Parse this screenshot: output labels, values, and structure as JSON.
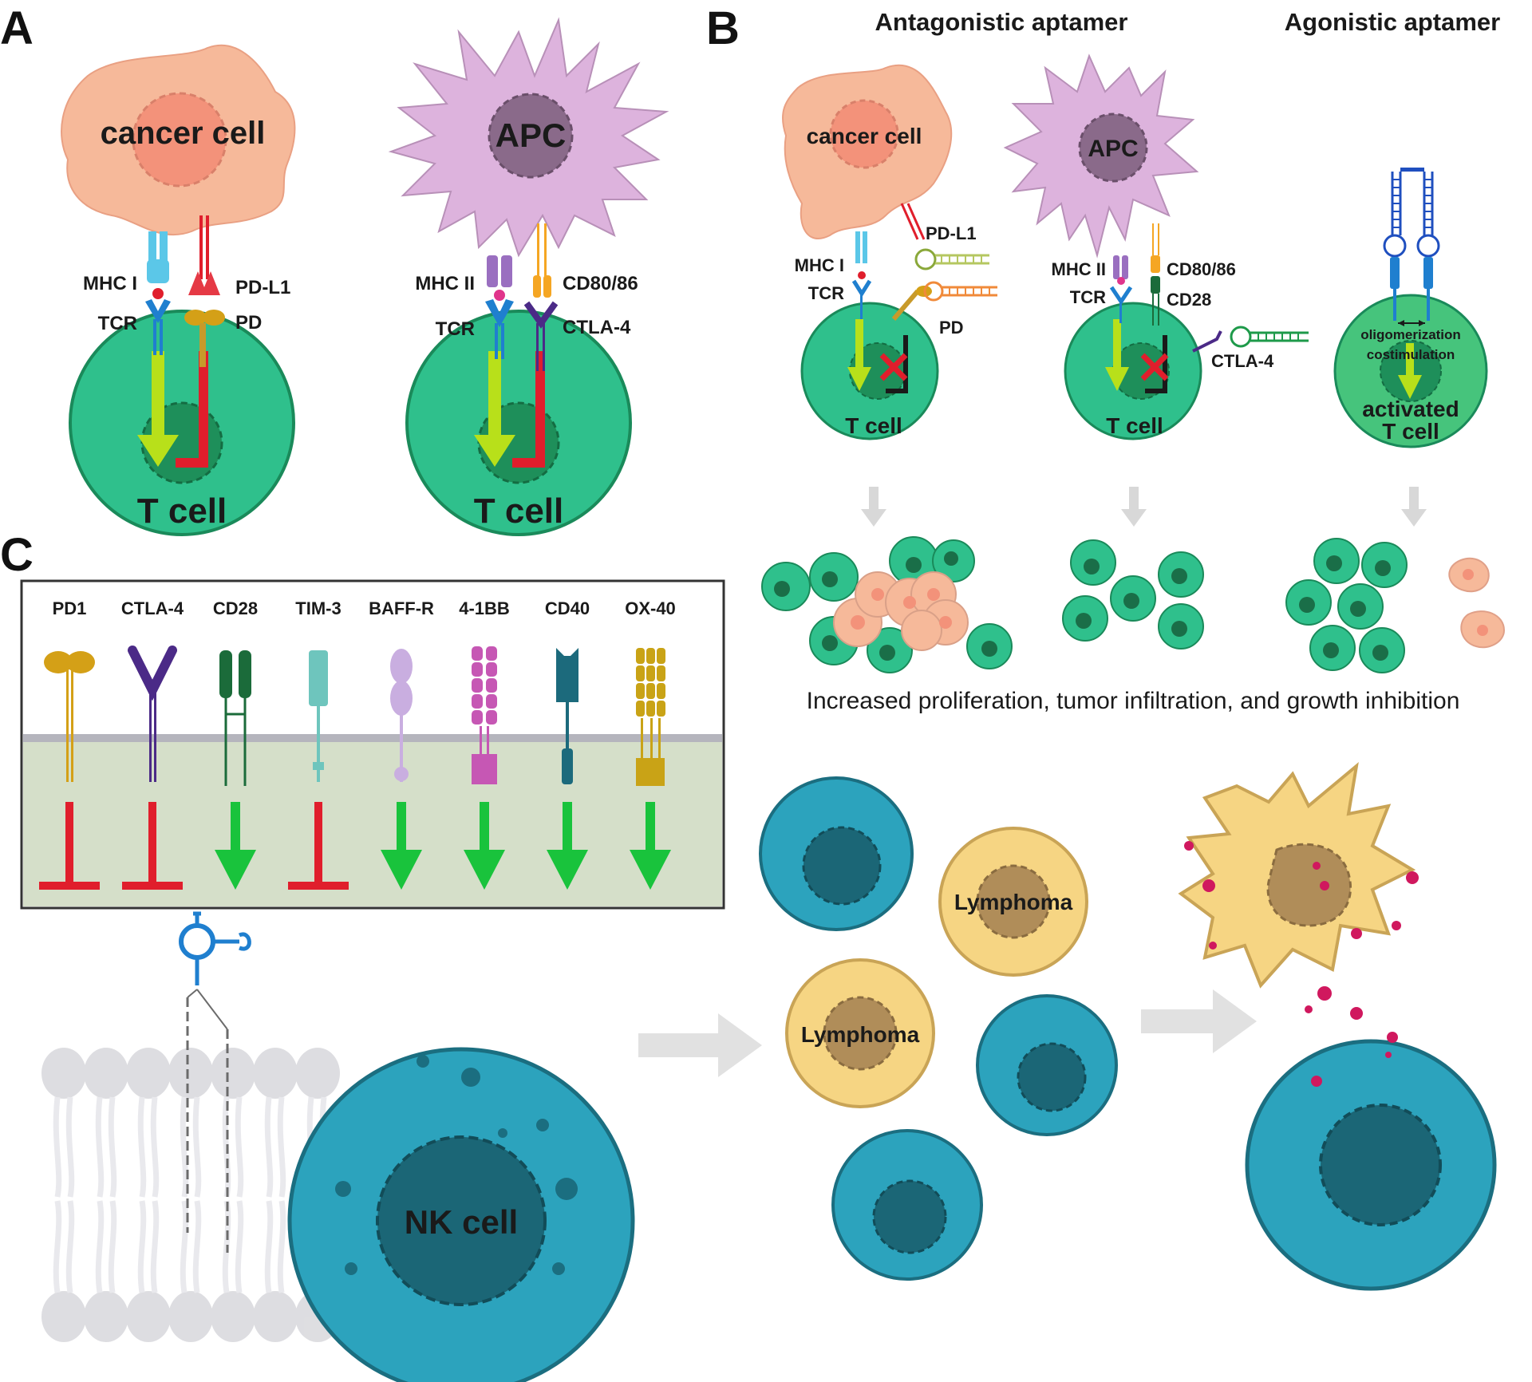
{
  "colors": {
    "tcell": "#2fc08c",
    "tcell_dark": "#1a8a5a",
    "tcell_nucleus": "#1e8f5a",
    "cancer": "#f6b99a",
    "cancer_nucleus": "#f3927a",
    "apc": "#ddb3dd",
    "apc_nucleus": "#8a6a8a",
    "nk": "#2ca3bd",
    "nk_dark": "#1b6e80",
    "nk_nucleus": "#1b6676",
    "lymphoma": "#f6d583",
    "lymphoma_nucleus": "#b08d59",
    "activate": "#19c33c",
    "inhibit": "#e01e2c",
    "arrow_yellow": "#b8e01a",
    "panel_bg": "#d5dfc9",
    "membrane": "#b5b5bd"
  },
  "panel_a": {
    "letter": "A",
    "cancer_label": "cancer cell",
    "apc_label": "APC",
    "tcell_label_1": "T cell",
    "tcell_label_2": "T cell",
    "mhc1": "MHC I",
    "tcr1": "TCR",
    "pdl1": "PD-L1",
    "pd": "PD",
    "mhc2": "MHC II",
    "tcr2": "TCR",
    "cd8086": "CD80/86",
    "ctla4": "CTLA-4"
  },
  "panel_b": {
    "letter": "B",
    "antagonistic": "Antagonistic aptamer",
    "agonistic": "Agonistic aptamer",
    "cancer_label": "cancer cell",
    "apc_label": "APC",
    "mhc1": "MHC I",
    "tcr1": "TCR",
    "pdl1": "PD-L1",
    "pd": "PD",
    "mhc2": "MHC II",
    "tcr2": "TCR",
    "cd8086": "CD80/86",
    "cd28": "CD28",
    "ctla4": "CTLA-4",
    "tcell_1": "T cell",
    "tcell_2": "T cell",
    "oligo": "oligomerization",
    "costim": "costimulation",
    "activated_1": "activated",
    "activated_2": "T cell",
    "caption": "Increased proliferation, tumor infiltration, and growth inhibition"
  },
  "panel_c": {
    "letter": "C",
    "receptors": [
      {
        "name": "PD1",
        "effect": "inhibit",
        "color": "#d4a017",
        "shape": "pd"
      },
      {
        "name": "CTLA-4",
        "effect": "inhibit",
        "color": "#4b2a87",
        "shape": "ctla"
      },
      {
        "name": "CD28",
        "effect": "activate",
        "color": "#1b6b3a",
        "shape": "cd28"
      },
      {
        "name": "TIM-3",
        "effect": "inhibit",
        "color": "#6ec5bd",
        "shape": "tim"
      },
      {
        "name": "BAFF-R",
        "effect": "activate",
        "color": "#c9aee0",
        "shape": "baff"
      },
      {
        "name": "4-1BB",
        "effect": "activate",
        "color": "#c657b4",
        "shape": "bb"
      },
      {
        "name": "CD40",
        "effect": "activate",
        "color": "#1c6a7c",
        "shape": "cd40"
      },
      {
        "name": "OX-40",
        "effect": "activate",
        "color": "#c9a316",
        "shape": "ox"
      }
    ],
    "nk_label": "NK cell",
    "lymphoma_1": "Lymphoma",
    "lymphoma_2": "Lymphoma"
  }
}
